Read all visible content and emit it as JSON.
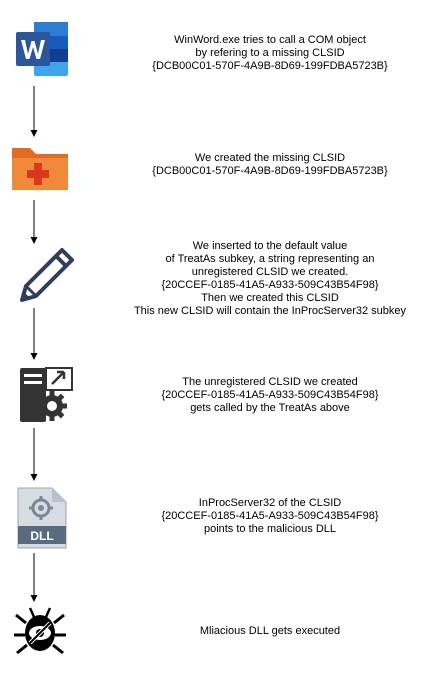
{
  "steps": [
    {
      "icon": "word-document-icon",
      "lines": [
        "WinWord.exe tries to call a COM object",
        "by refering to a missing CLSID",
        "{DCB00C01-570F-4A9B-8D69-199FDBA5723B}"
      ]
    },
    {
      "icon": "folder-plus-icon",
      "lines": [
        "We created the missing CLSID",
        "{DCB00C01-570F-4A9B-8D69-199FDBA5723B}"
      ]
    },
    {
      "icon": "pencil-edit-icon",
      "lines": [
        "We inserted to the default value",
        "of TreatAs subkey, a string representing an",
        "unregistered CLSID we created.",
        "{20CCEF-0185-41A5-A933-509C43B54F98}",
        "Then we created this CLSID",
        "This new CLSID will contain the InProcServer32 subkey"
      ]
    },
    {
      "icon": "server-gear-icon",
      "lines": [
        "The unregistered CLSID we created",
        "{20CCEF-0185-41A5-A933-509C43B54F98}",
        "gets called by the TreatAs above"
      ]
    },
    {
      "icon": "dll-file-icon",
      "dll_label": "DLL",
      "lines": [
        "InProcServer32 of the CLSID",
        "{20CCEF-0185-41A5-A933-509C43B54F98}",
        "points to the malicious DLL"
      ]
    },
    {
      "icon": "bug-eye-icon",
      "lines": [
        "Mliacious DLL gets executed"
      ]
    }
  ],
  "colors": {
    "word_blue": "#2B579A",
    "word_blue_light": "#41A5EE",
    "folder_orange": "#F08A3A",
    "folder_tab": "#E26B1F",
    "plus_red": "#D9381E",
    "pencil_navy": "#2E3E5C",
    "server_dark": "#333333",
    "dll_gray": "#B8C2CC",
    "dll_band": "#5A6B7D"
  }
}
